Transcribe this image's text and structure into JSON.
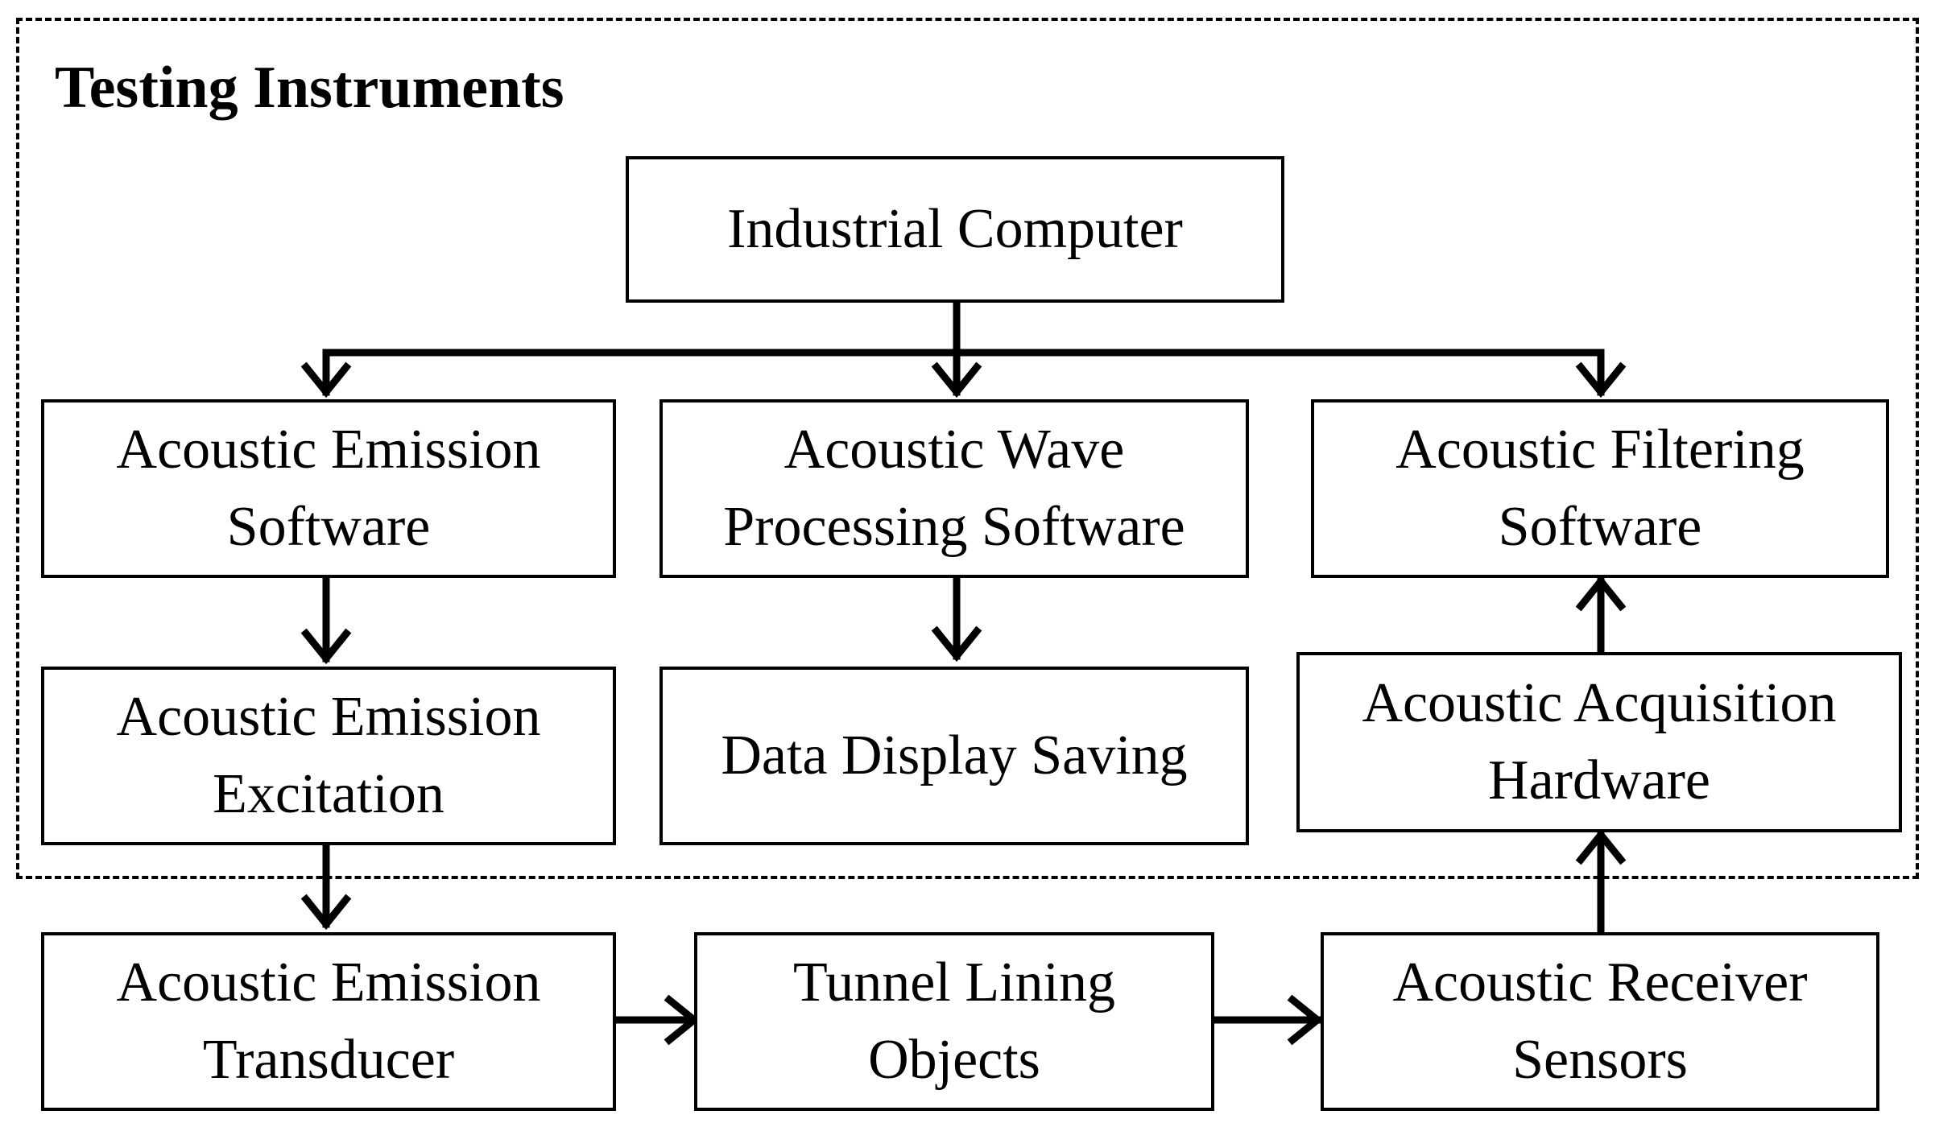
{
  "group": {
    "title": "Testing Instruments"
  },
  "nodes": {
    "industrial_computer": {
      "lines": [
        "Industrial Computer"
      ]
    },
    "ae_software": {
      "lines": [
        "Acoustic Emission",
        "Software"
      ]
    },
    "wave_software": {
      "lines": [
        "Acoustic Wave",
        "Processing Software"
      ]
    },
    "filter_software": {
      "lines": [
        "Acoustic Filtering",
        "Software"
      ]
    },
    "ae_excitation": {
      "lines": [
        "Acoustic Emission",
        "Excitation"
      ]
    },
    "data_display": {
      "lines": [
        "Data Display Saving"
      ]
    },
    "acq_hardware": {
      "lines": [
        "Acoustic Acquisition",
        "Hardware"
      ]
    },
    "ae_transducer": {
      "lines": [
        "Acoustic Emission",
        "Transducer"
      ]
    },
    "tunnel_lining": {
      "lines": [
        "Tunnel Lining",
        "Objects"
      ]
    },
    "receiver_sensors": {
      "lines": [
        "Acoustic Receiver",
        "Sensors"
      ]
    }
  },
  "edges": [
    {
      "from": "industrial_computer",
      "to": "ae_software"
    },
    {
      "from": "industrial_computer",
      "to": "wave_software"
    },
    {
      "from": "industrial_computer",
      "to": "filter_software"
    },
    {
      "from": "ae_software",
      "to": "ae_excitation"
    },
    {
      "from": "wave_software",
      "to": "data_display"
    },
    {
      "from": "acq_hardware",
      "to": "filter_software"
    },
    {
      "from": "ae_excitation",
      "to": "ae_transducer"
    },
    {
      "from": "ae_transducer",
      "to": "tunnel_lining"
    },
    {
      "from": "tunnel_lining",
      "to": "receiver_sensors"
    },
    {
      "from": "receiver_sensors",
      "to": "acq_hardware"
    }
  ]
}
